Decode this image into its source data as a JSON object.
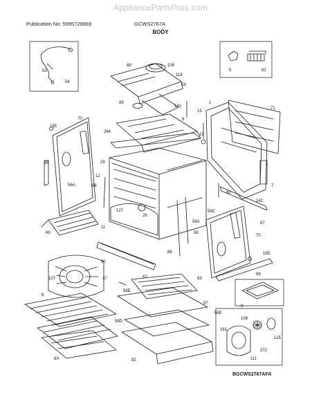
{
  "watermark": "AppliancePartsPros.com",
  "header": {
    "publication": "Publication No: 5995729869",
    "model": "GCWS2767A",
    "title": "BODY"
  },
  "diagram_code": "BGCWS2767AFA",
  "callouts": [
    "53",
    "54",
    "5",
    "62",
    "88",
    "108",
    "119",
    "59",
    "89",
    "131",
    "15",
    "1",
    "71",
    "185",
    "70",
    "264",
    "8",
    "15",
    "98",
    "56A",
    "29",
    "12",
    "86",
    "7",
    "80",
    "142",
    "58C",
    "127",
    "28",
    "67",
    "66",
    "11",
    "58A",
    "56",
    "70",
    "86",
    "90",
    "185",
    "99",
    "107",
    "37",
    "67",
    "83",
    "58E",
    "57",
    "6",
    "58E",
    "9",
    "58D",
    "161",
    "109",
    "125",
    "272",
    "111",
    "6A",
    "82"
  ],
  "colors": {
    "line": "#1a1a1a",
    "watermark": "#c4c4c4"
  }
}
